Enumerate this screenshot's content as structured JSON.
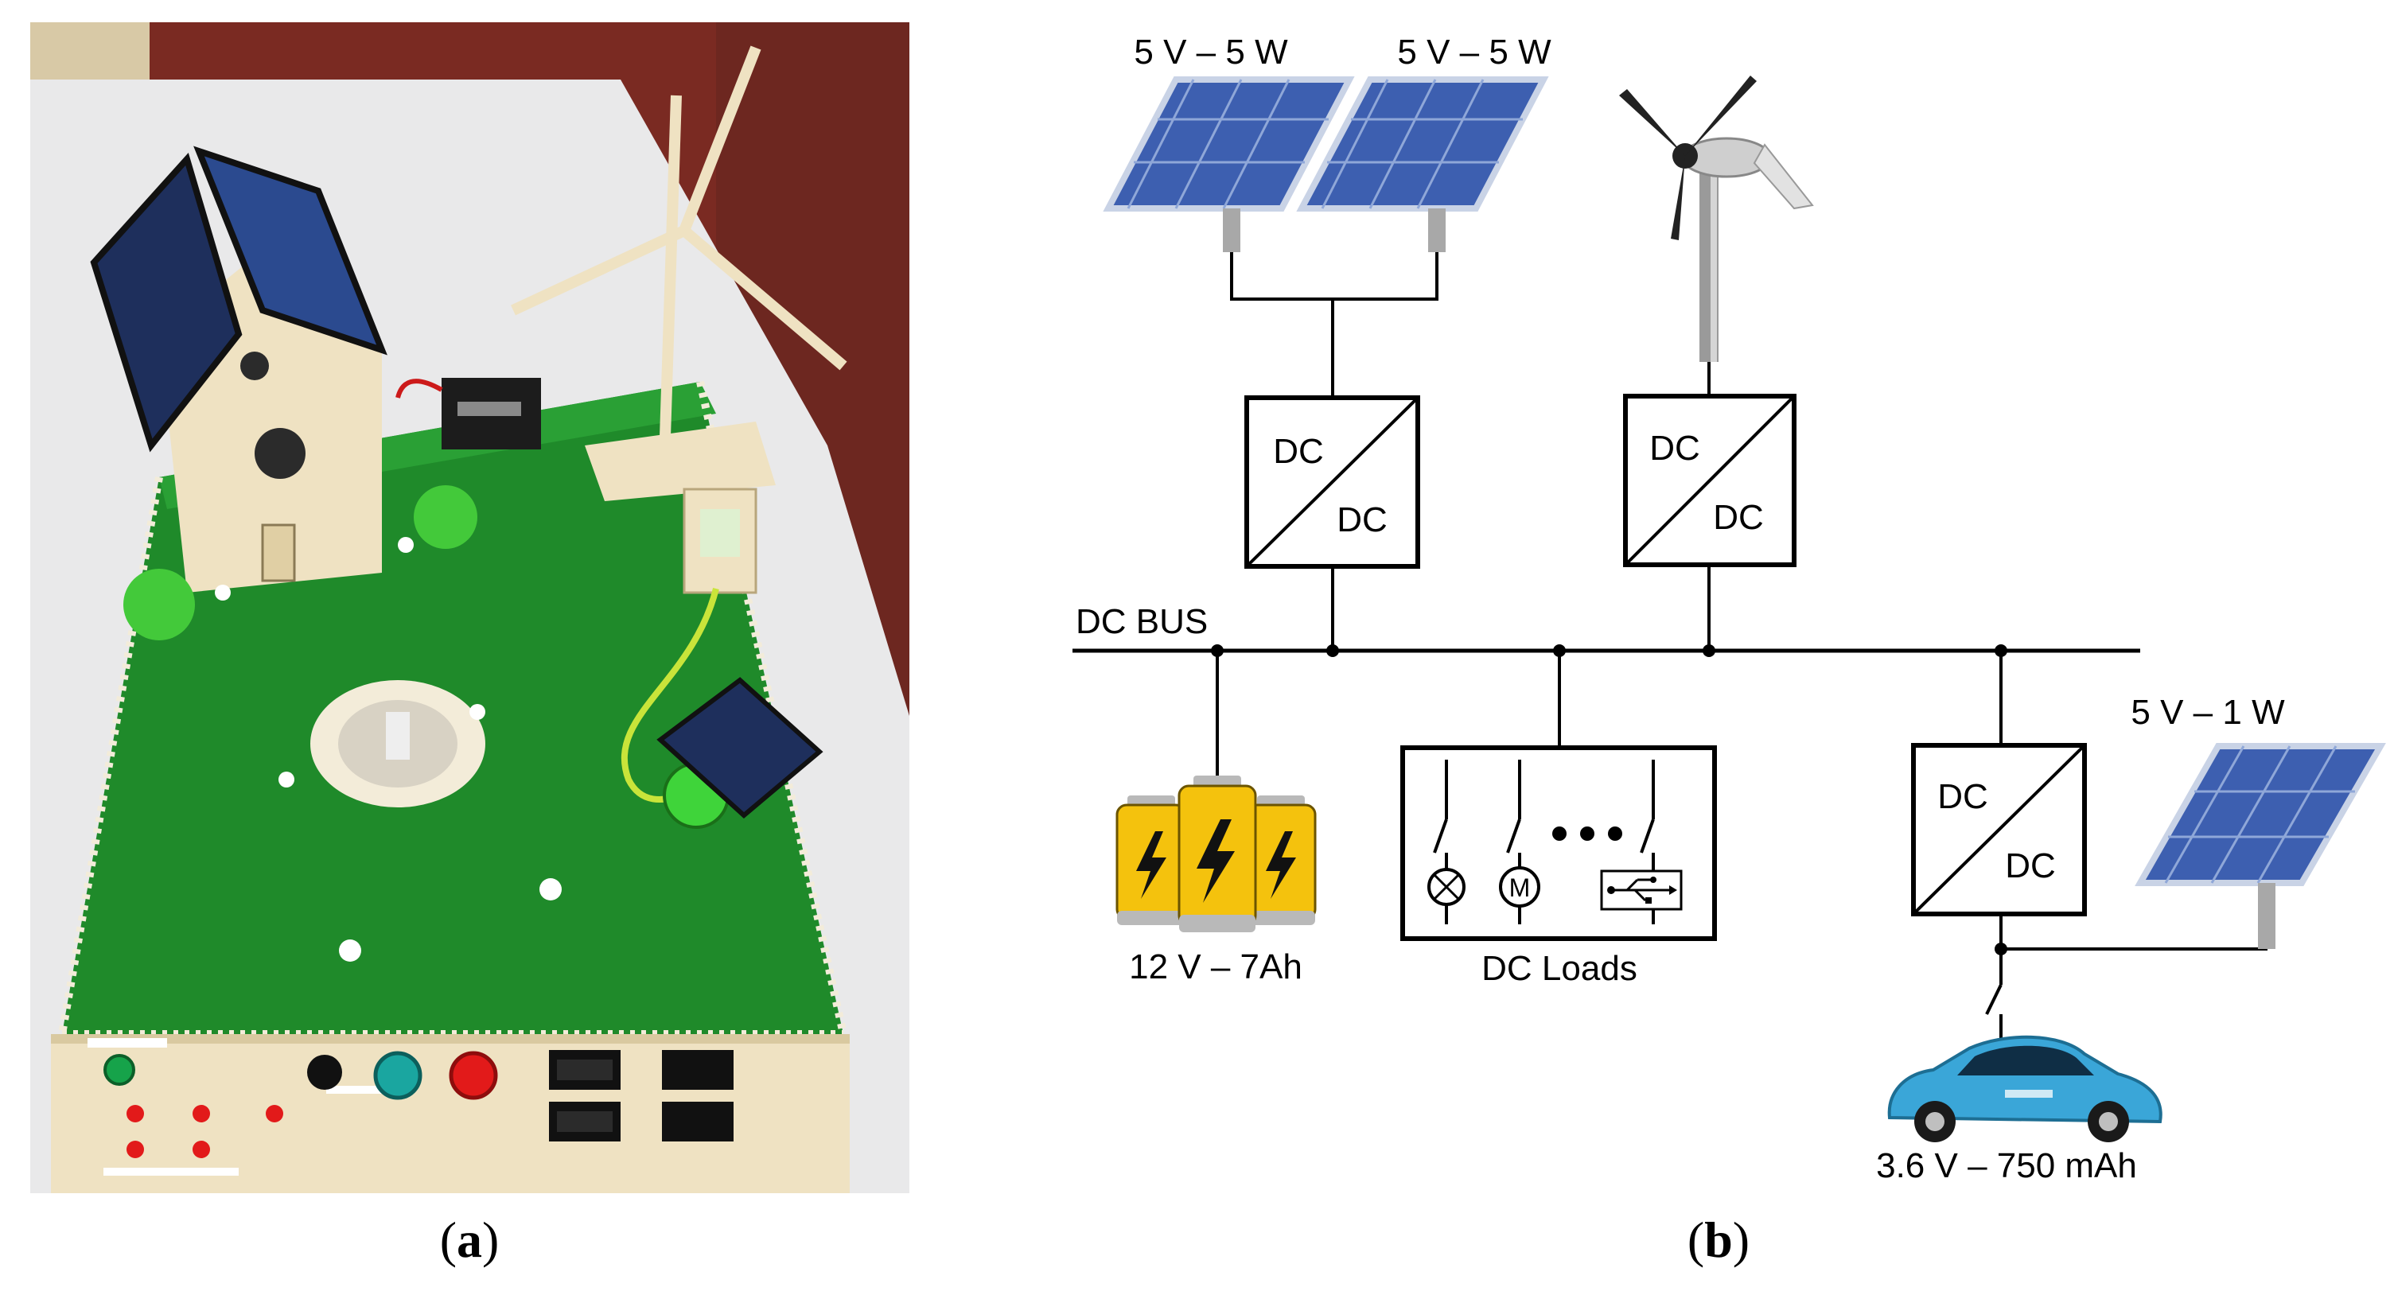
{
  "panel_a": {
    "caption_open": "(",
    "caption_letter": "a",
    "caption_close": ")"
  },
  "panel_b": {
    "caption_open": "(",
    "caption_letter": "b",
    "caption_close": ")",
    "pv_left_label": "5 V – 5 W",
    "pv_right_label": "5 V – 5 W",
    "converter_top_text": "DC",
    "converter_bottom_text": "DC",
    "bus_label": "DC BUS",
    "battery_label": "12 V – 7Ah",
    "loads_label": "DC Loads",
    "pv_small_label": "5 V – 1 W",
    "ev_label": "3.6 V – 750 mAh",
    "load_symbol_motor": "M"
  },
  "colors": {
    "line": "#000000",
    "pv_panel": "#3d5fb0",
    "pv_frame": "#c9d3e6",
    "battery_yellow": "#f4c20d",
    "battery_cap": "#b9b9b9",
    "turf_green": "#1f8a2a",
    "wood": "#efe2c2",
    "ev_blue": "#3aa6d8",
    "led_red": "#e21a1a",
    "led_green": "#16a34a",
    "wall_brown": "#7a2a22"
  }
}
